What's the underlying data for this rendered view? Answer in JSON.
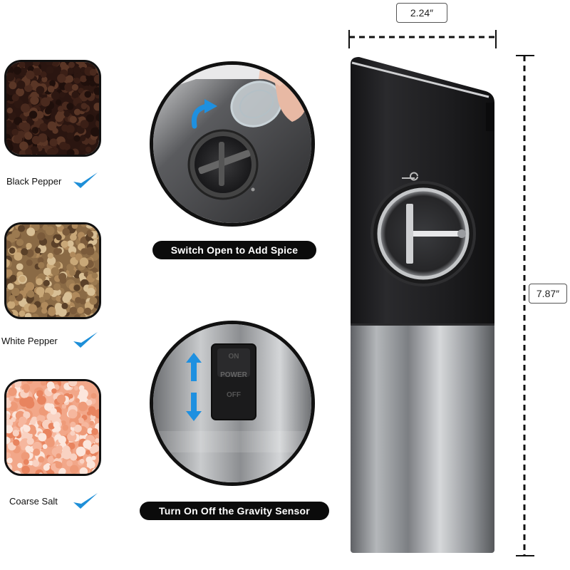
{
  "spices": [
    {
      "label": "Black Pepper"
    },
    {
      "label": "White Pepper"
    },
    {
      "label": "Coarse Salt"
    }
  ],
  "features": [
    {
      "caption": "Switch Open to Add Spice"
    },
    {
      "caption": "Turn On Off the Gravity Sensor"
    }
  ],
  "switch_labels": {
    "on": "ON",
    "power": "POWER",
    "off": "OFF"
  },
  "dimensions": {
    "width": "2.24″",
    "height": "7.87″"
  },
  "colors": {
    "check_blue": "#1e8fd8",
    "arrow_blue": "#1e90e0",
    "body_black": "#1d1d1f",
    "steel": "#b9bcbf"
  },
  "icons": [
    "checkmark-icon",
    "rotate-arrow-icon",
    "up-arrow-icon",
    "down-arrow-icon"
  ]
}
